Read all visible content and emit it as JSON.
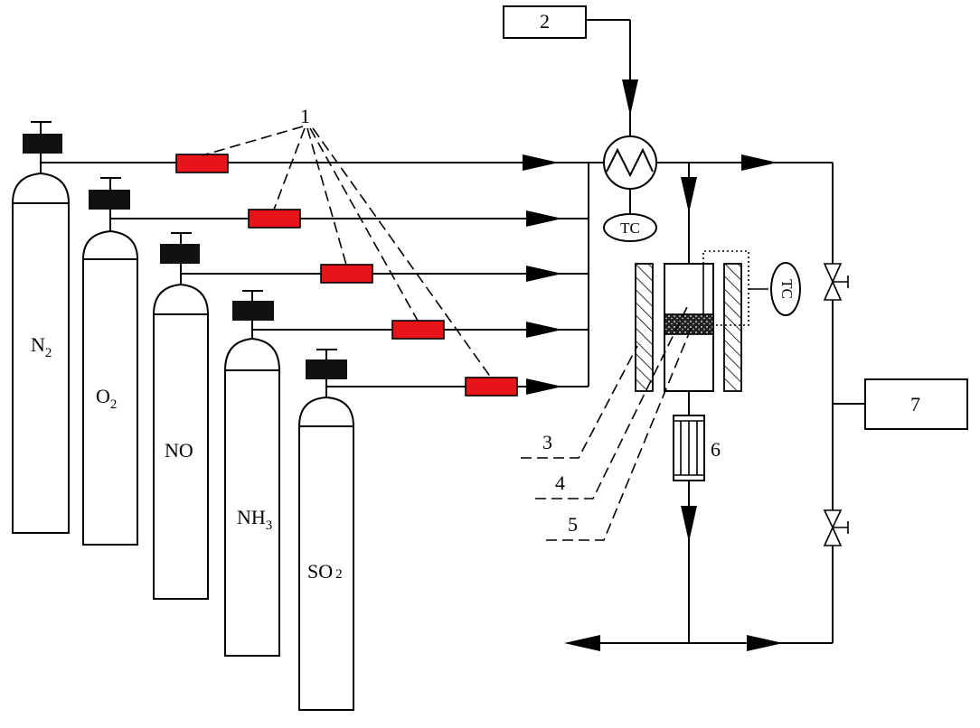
{
  "labels": {
    "mfc": "1",
    "top_box": "2",
    "furnace": "3",
    "thermocouple_tube": "4",
    "catalyst": "5",
    "filter": "6",
    "analyzer": "7",
    "tc_heater": "TC",
    "tc_reactor": "TC"
  },
  "gases": [
    {
      "main": "N",
      "sub": "2"
    },
    {
      "main": "O",
      "sub": "2"
    },
    {
      "main": "NO",
      "sub": ""
    },
    {
      "main": "NH",
      "sub": "3"
    },
    {
      "main": "SO",
      "sub": "2"
    }
  ],
  "colors": {
    "flow_controller": "#e8141a",
    "stroke": "#000000"
  }
}
